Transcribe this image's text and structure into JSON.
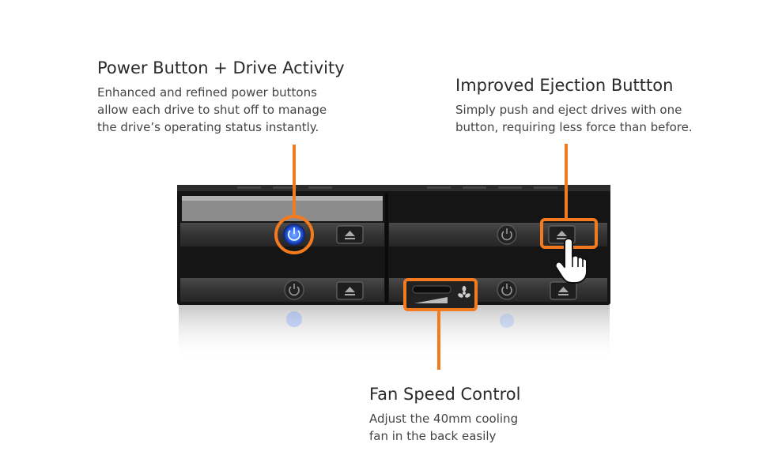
{
  "callouts": {
    "power": {
      "title": "Power Button + Drive Activity",
      "body": "Enhanced and refined power buttons\nallow each drive to shut off to manage\nthe drive’s operating status instantly."
    },
    "eject": {
      "title": "Improved Ejection Buttton",
      "body": "Simply push and eject drives with one\nbutton, requiring less force than before."
    },
    "fan": {
      "title": "Fan Speed Control",
      "body": "Adjust the 40mm cooling\nfan in the back easily"
    }
  },
  "colors": {
    "accent": "#f47a20",
    "power_led": "#2f6bff",
    "chassis": "#1b1b1b",
    "tray": "#3a3a3a"
  },
  "icons": {
    "power": "power-icon",
    "eject": "eject-icon",
    "fan": "fan-icon",
    "pointer": "hand-pointer-icon"
  }
}
